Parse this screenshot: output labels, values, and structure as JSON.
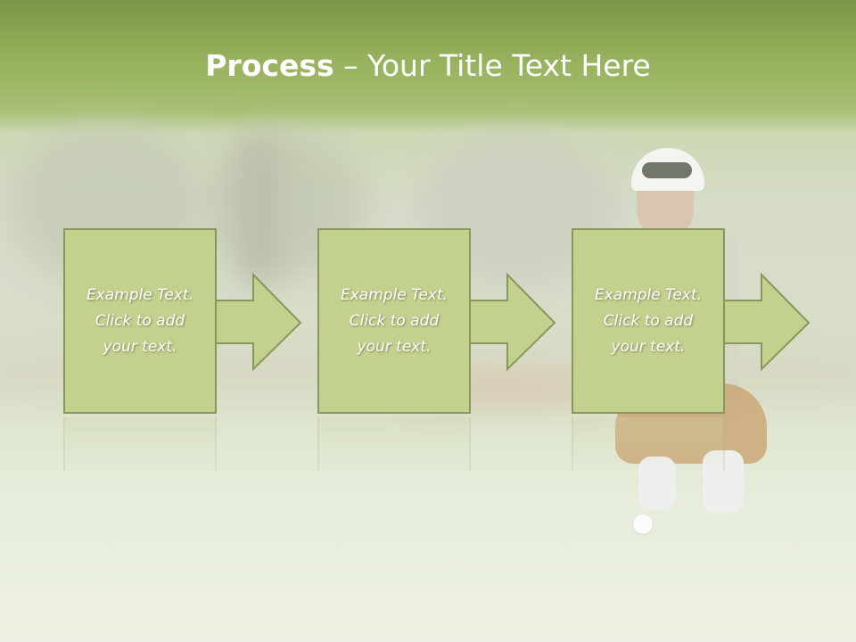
{
  "slide": {
    "title_bold": "Process",
    "title_rest": " – Your Title Text Here",
    "steps": [
      {
        "text": "Example Text.\nClick  to add\nyour text."
      },
      {
        "text": "Example Text.\nClick  to add\nyour text."
      },
      {
        "text": "Example Text.\nClick  to add\nyour text."
      }
    ]
  },
  "colors": {
    "box_fill": "#c2d18e",
    "box_border": "#88975b",
    "header_green": "#98b25e"
  }
}
